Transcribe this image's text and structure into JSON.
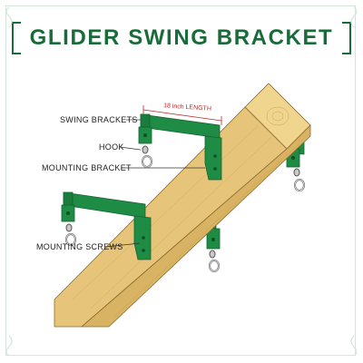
{
  "title": "GLIDER SWING BRACKET",
  "dimension_label": "18 inch LENGTH",
  "labels": {
    "swing_brackets": "SWING BRACKETS",
    "hook": "HOOK",
    "mounting_bracket": "MOUNTING BRACKET",
    "mounting_screws": "MOUNTING SCREWS"
  },
  "colors": {
    "brand_green": "#1a6b3a",
    "bracket_green": "#1e8c45",
    "wood": "#e6c57a",
    "dimension_red": "#c0282b"
  }
}
